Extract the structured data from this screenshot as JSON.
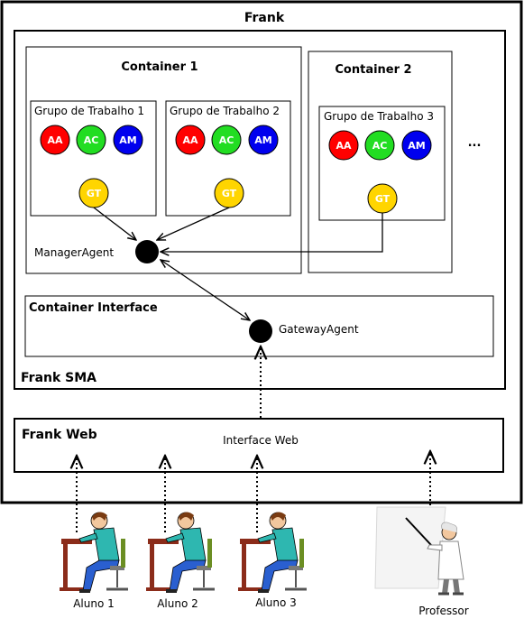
{
  "diagram": {
    "title": "Frank",
    "sma": {
      "label": "Frank SMA"
    },
    "containers": [
      {
        "label": "Container 1",
        "groups": [
          {
            "label": "Grupo de Trabalho 1",
            "agents": [
              "AA",
              "AC",
              "AM"
            ],
            "gt": "GT"
          },
          {
            "label": "Grupo de Trabalho 2",
            "agents": [
              "AA",
              "AC",
              "AM"
            ],
            "gt": "GT"
          }
        ],
        "manager": "ManagerAgent"
      },
      {
        "label": "Container 2",
        "groups": [
          {
            "label": "Grupo de Trabalho 3",
            "agents": [
              "AA",
              "AC",
              "AM"
            ],
            "gt": "GT"
          }
        ]
      }
    ],
    "ellipsis": "...",
    "interface_container": {
      "label": "Container Interface",
      "gateway": "GatewayAgent"
    },
    "web": {
      "label": "Frank Web",
      "interface_label": "Interface Web"
    },
    "users": [
      {
        "label": "Aluno 1",
        "role": "student"
      },
      {
        "label": "Aluno 2",
        "role": "student"
      },
      {
        "label": "Aluno 3",
        "role": "student"
      },
      {
        "label": "Professor",
        "role": "teacher"
      }
    ],
    "colors": {
      "AA": "#ff0000",
      "AC": "#22dd22",
      "AM": "#0000ee",
      "GT": "#ffd500",
      "node": "#000000",
      "shirt": "#2eb7b0",
      "pants": "#2a5fd0",
      "desk": "#8b2c1a"
    }
  }
}
